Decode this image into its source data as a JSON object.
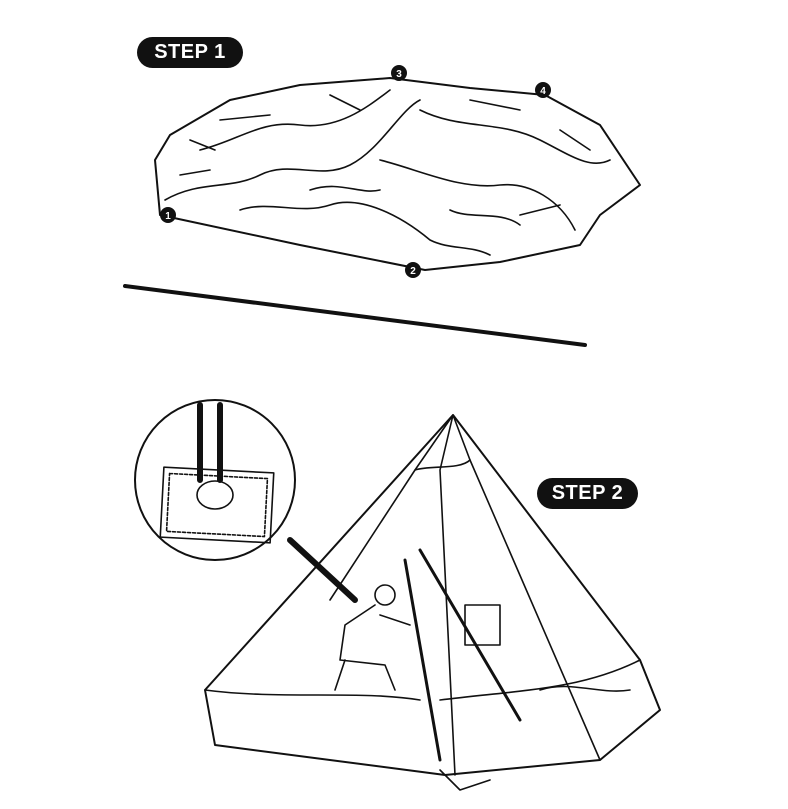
{
  "steps": [
    {
      "label": "STEP 1",
      "markers": [
        "1",
        "2",
        "3",
        "4"
      ]
    },
    {
      "label": "STEP 2"
    }
  ]
}
